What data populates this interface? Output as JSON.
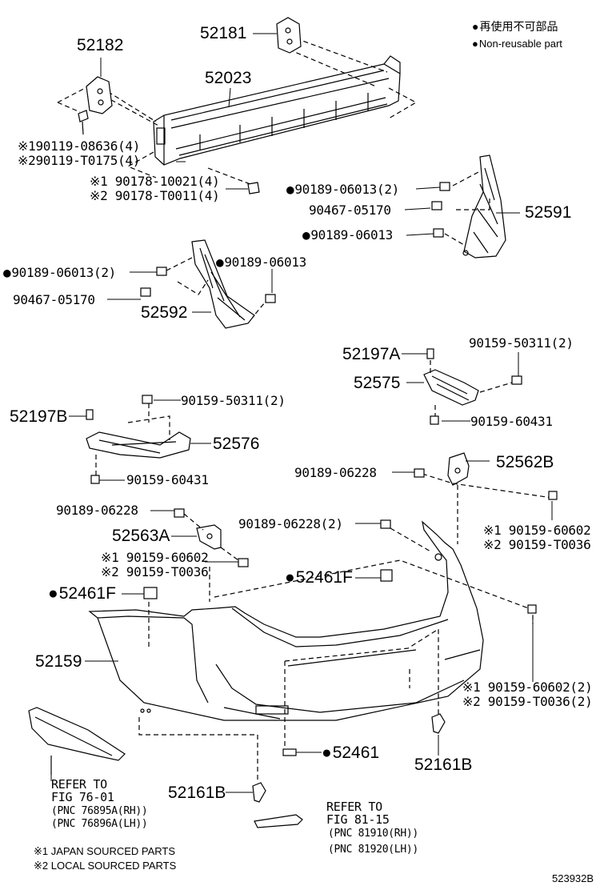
{
  "legend": {
    "jp": "再使用不可部品",
    "en": "Non-reusable part"
  },
  "labels": {
    "p52182": "52182",
    "p52181": "52181",
    "p52023": "52023",
    "f08636": "※190119-08636(4)",
    "f_t0175": "※290119-T0175(4)",
    "f10021": "※1 90178-10021(4)",
    "f_t0011": "※2 90178-T0011(4)",
    "c06013_2_r": "90189-06013(2)",
    "f05170_r": "90467-05170",
    "p52591": "52591",
    "c06013_r": "90189-06013",
    "c06013_2_l": "90189-06013(2)",
    "c06013_l": "90189-06013",
    "f05170_l": "90467-05170",
    "p52592": "52592",
    "p52197A": "52197A",
    "f50311_r": "90159-50311(2)",
    "p52575": "52575",
    "f60431_r": "90159-60431",
    "f50311_l": "90159-50311(2)",
    "p52197B": "52197B",
    "p52576": "52576",
    "f60431_l": "90159-60431",
    "c06228_r": "90189-06228",
    "p52562B": "52562B",
    "c06228_l": "90189-06228",
    "c06228_2": "90189-06228(2)",
    "p52563A": "52563A",
    "f60602_a": "※1 90159-60602",
    "f_t0036_a": "※2 90159-T0036",
    "f60602_b": "※1 90159-60602",
    "f_t0036_b": "※2 90159-T0036",
    "p52461F_c": "52461F",
    "p52461F_l": "52461F",
    "p52159": "52159",
    "f60602_c": "※1 90159-60602(2)",
    "f_t0036_c": "※2 90159-T0036(2)",
    "p52461": "52461",
    "p52161B_r": "52161B",
    "p52161B_l": "52161B",
    "ref1_a": "REFER TO",
    "ref1_b": "FIG 76-01",
    "ref1_c": "(PNC 76895A(RH))",
    "ref1_d": "(PNC 76896A(LH))",
    "ref2_a": "REFER TO",
    "ref2_b": "FIG 81-15",
    "ref2_c": "(PNC 81910(RH))",
    "ref2_d": "(PNC 81920(LH))"
  },
  "footnotes": {
    "n1": "※1 JAPAN SOURCED PARTS",
    "n2": "※2 LOCAL SOURCED PARTS"
  },
  "figure_id": "523932B"
}
